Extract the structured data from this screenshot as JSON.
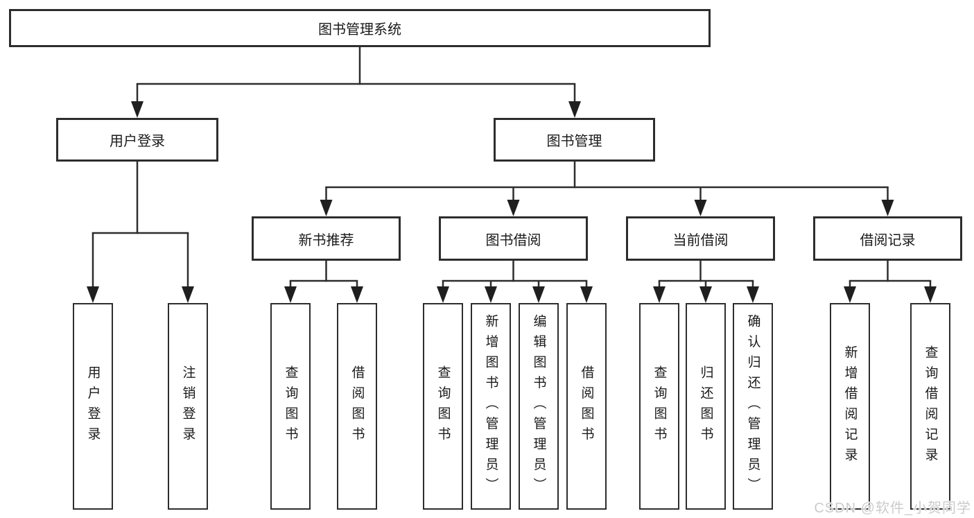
{
  "diagram": {
    "root": {
      "label": "图书管理系统"
    },
    "branches": [
      {
        "label": "用户登录",
        "leaves": [
          "用户登录",
          "注销登录"
        ]
      },
      {
        "label": "图书管理",
        "groups": [
          {
            "label": "新书推荐",
            "leaves": [
              "查询图书",
              "借阅图书"
            ]
          },
          {
            "label": "图书借阅",
            "leaves": [
              "查询图书",
              "新增图书（管理员）",
              "编辑图书（管理员）",
              "借阅图书"
            ]
          },
          {
            "label": "当前借阅",
            "leaves": [
              "查询图书",
              "归还图书",
              "确认归还（管理员）"
            ]
          },
          {
            "label": "借阅记录",
            "leaves": [
              "新增借阅记录",
              "查询借阅记录"
            ]
          }
        ]
      }
    ],
    "watermark": "CSDN @软件_小贺同学",
    "colors": {
      "line": "#2d2d2d",
      "box_border": "#2d2d2d",
      "text": "#1a1a1a",
      "background": "#ffffff",
      "watermark": "#cbcbcb"
    }
  }
}
